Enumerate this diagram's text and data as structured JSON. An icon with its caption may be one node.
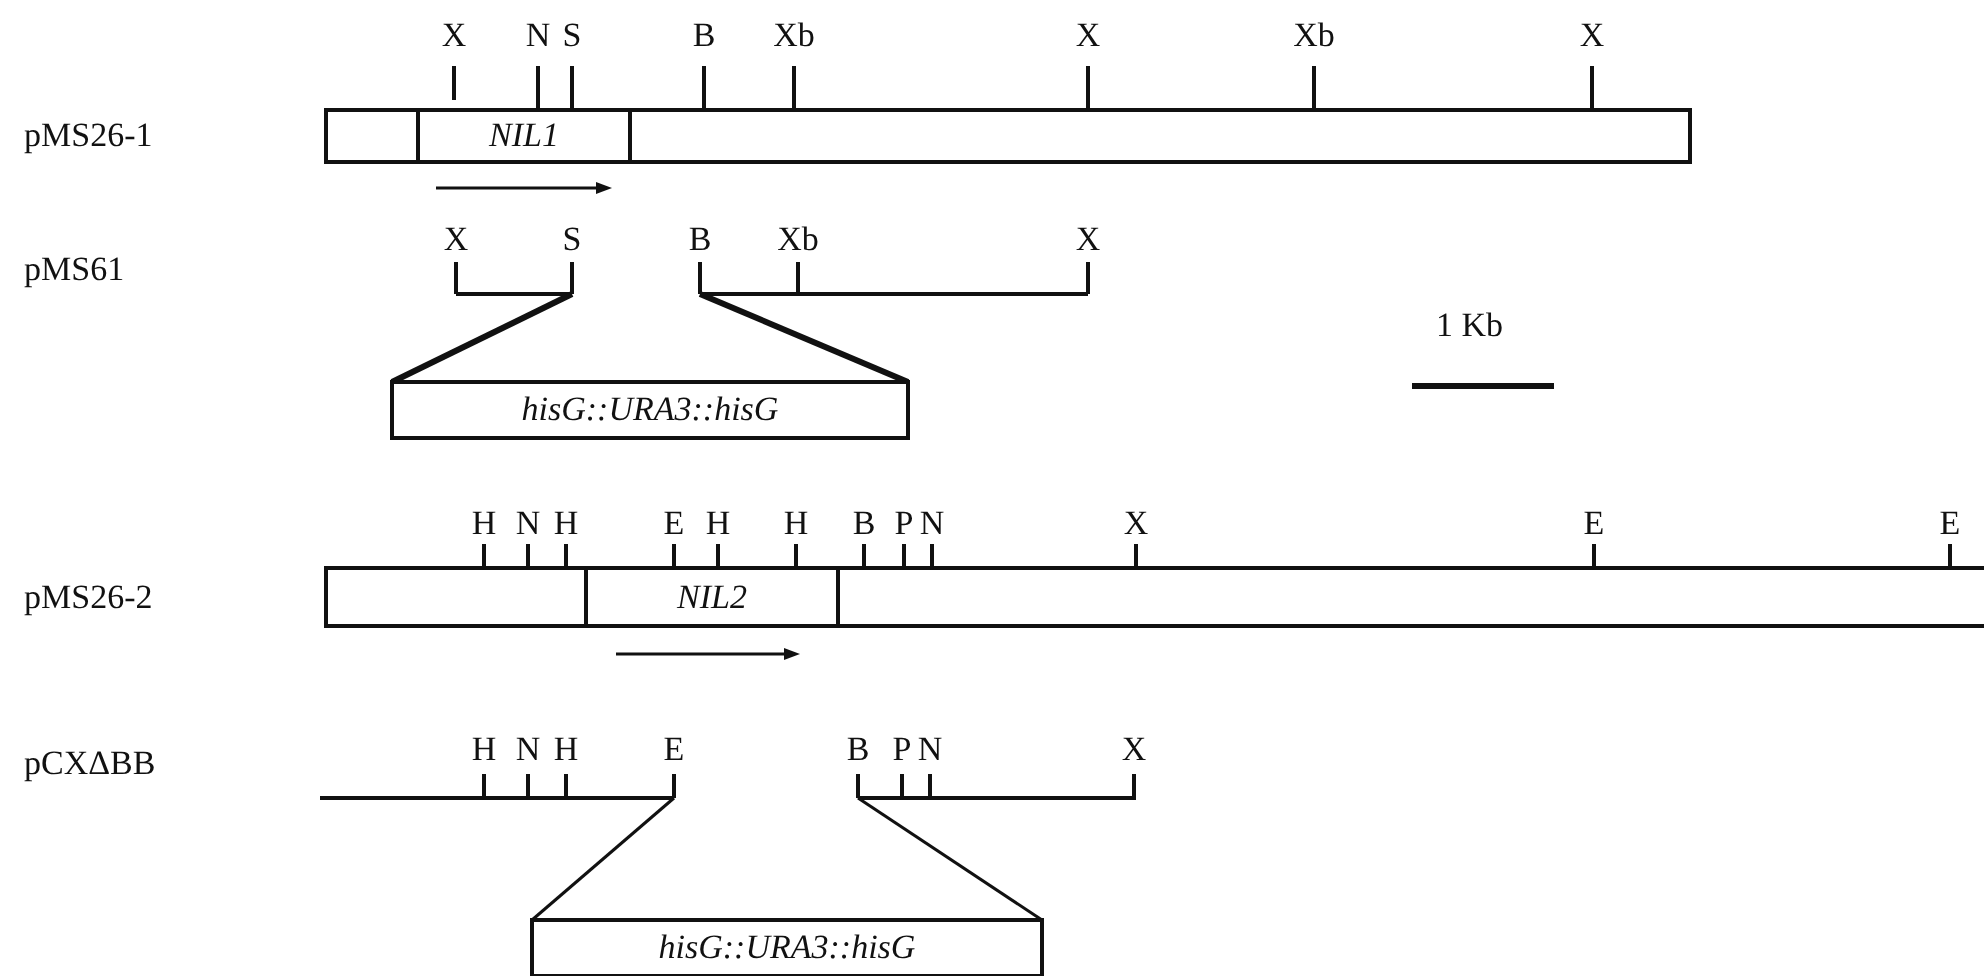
{
  "diagram": {
    "nodes": [
      {
        "text": [],
        "shape": "box"
      },
      {
        "text": [
          "NIL1"
        ],
        "in": 0
      },
      {
        "text": [
          "hisG::URA3::hisG"
        ]
      },
      {
        "text": [],
        "shape": "box"
      },
      {
        "text": [
          "NIL2"
        ],
        "in": 3
      },
      {
        "text": [
          "hisG::URA3::hisG"
        ]
      }
    ],
    "edges": [],
    "labels": [
      "X",
      "N",
      "S",
      "B",
      "Xb",
      "X",
      "Xb",
      "X",
      "pMS26-1",
      "X",
      "S",
      "B",
      "Xb",
      "X",
      "pMS61",
      "1 Kb",
      "H",
      "N",
      "H",
      "E",
      "H",
      "H",
      "B",
      "P",
      "N",
      "X",
      "E",
      "E",
      "pMS26-2",
      "H",
      "N",
      "H",
      "E",
      "B",
      "P",
      "N",
      "X",
      "pCXΔBB"
    ]
  }
}
